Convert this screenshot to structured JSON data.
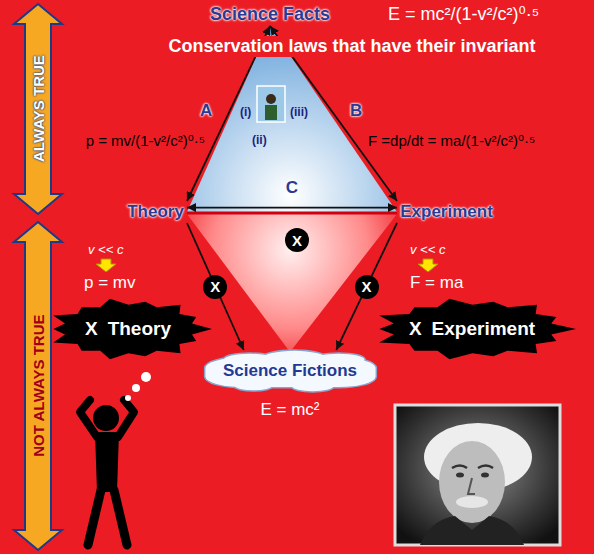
{
  "diagram": {
    "nodes": [
      {
        "text": [
          "Science Facts"
        ]
      },
      {
        "text": [
          "Theory"
        ]
      },
      {
        "text": [
          "Experiment"
        ]
      },
      {
        "text": [
          "X",
          "Theory"
        ]
      },
      {
        "text": [
          "X",
          "Experiment"
        ]
      },
      {
        "text": [
          "Science Fictions"
        ]
      }
    ],
    "edges": [
      {
        "from": 1,
        "to": 0,
        "arrow": "both"
      },
      {
        "from": 2,
        "to": 0,
        "arrow": "both"
      },
      {
        "from": 1,
        "to": 2,
        "arrow": "both"
      },
      {
        "from": 1,
        "to": 5,
        "label": "X",
        "arrow": "to"
      },
      {
        "from": 2,
        "to": 5,
        "label": "X",
        "arrow": "to"
      }
    ],
    "labels": [
      "ALWAYS TRUE",
      "E = mc²/(1-v²/c²)⁰·⁵",
      "Conservation laws that have their invariant",
      "A",
      "(i)",
      "(iii)",
      "B",
      "p = mv/(1-v²/c²)⁰·⁵",
      "(ii)",
      "F =dp/dt = ma/(1-v²/c²)⁰·⁵",
      "C",
      "X",
      "NOT ALWAYS TRUE",
      "v << c",
      "v << c",
      "p = mv",
      "F = ma",
      "E = mc²"
    ]
  }
}
